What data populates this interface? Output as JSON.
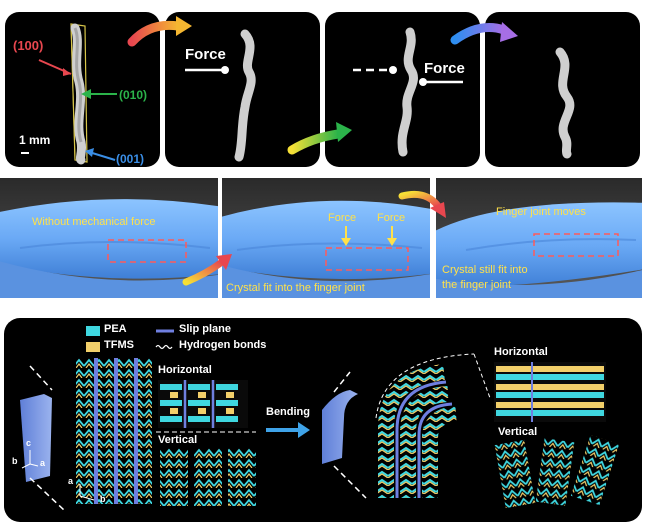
{
  "top_row": {
    "scale_bar": "1 mm",
    "face_labels": [
      {
        "text": "(100)",
        "color": "#e8474f"
      },
      {
        "text": "(010)",
        "color": "#2bb34a"
      },
      {
        "text": "(001)",
        "color": "#3a8ee6"
      }
    ],
    "force_label_1": "Force",
    "force_label_2": "Force"
  },
  "middle_row": {
    "photo_1_caption": "Without mechanical force",
    "photo_2_force_left": "Force",
    "photo_2_force_right": "Force",
    "photo_2_caption": "Crystal fit into the finger joint",
    "photo_3_caption_top": "Finger joint moves",
    "photo_3_caption_bottom_1": "Crystal still fit into",
    "photo_3_caption_bottom_2": "the finger joint"
  },
  "bottom_panel": {
    "legend": {
      "pea": "PEA",
      "tfms": "TFMS",
      "slip_plane": "Slip plane",
      "hbonds": "Hydrogen bonds"
    },
    "axes_crystal": {
      "c": "c",
      "b": "b",
      "a": "a"
    },
    "axes_stack": {
      "a": "a",
      "b": "b"
    },
    "horizontal_left": "Horizontal",
    "vertical_left": "Vertical",
    "bending": "Bending",
    "horizontal_right": "Horizontal",
    "vertical_right": "Vertical"
  },
  "colors": {
    "pea": "#3fd7e0",
    "tfms": "#f2cf6a",
    "slip_plane": "#6f7fe0",
    "crystal": "#7f9be8",
    "caption_yellow": "#ffe14a"
  }
}
